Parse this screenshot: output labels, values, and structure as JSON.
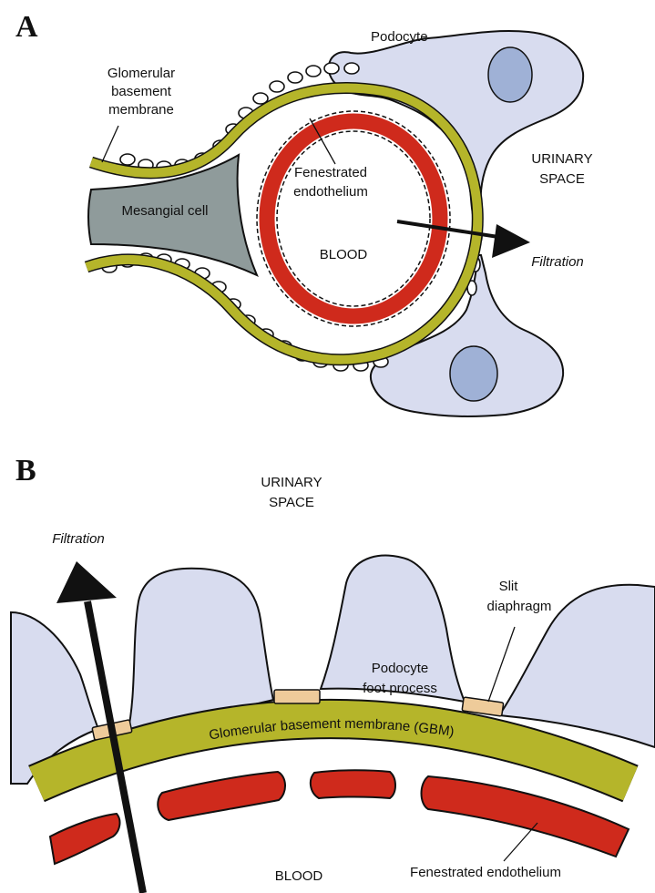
{
  "colors": {
    "podocyte": "#d8dcef",
    "gbm": "#b5b52a",
    "endothelium": "#cf2a1c",
    "mesangial": "#8f9b9b",
    "nucleus": "#9fb1d6",
    "slit_diaphragm": "#eecb9a",
    "outline": "#111111"
  },
  "panel_a": {
    "letter": "A",
    "podocyte": "Podocyte",
    "gbm": [
      "Glomerular",
      "basement",
      "membrane"
    ],
    "urinary_space": [
      "URINARY",
      "SPACE"
    ],
    "fenestrated": [
      "Fenestrated",
      "endothelium"
    ],
    "mesangial": "Mesangial cell",
    "blood": "BLOOD",
    "filtration": "Filtration"
  },
  "panel_b": {
    "letter": "B",
    "urinary_space": [
      "URINARY",
      "SPACE"
    ],
    "filtration": "Filtration",
    "slit": [
      "Slit",
      "diaphragm"
    ],
    "foot_process": [
      "Podocyte",
      "foot process"
    ],
    "gbm": "Glomerular basement membrane (GBM)",
    "blood": "BLOOD",
    "fenestrated": "Fenestrated endothelium"
  }
}
